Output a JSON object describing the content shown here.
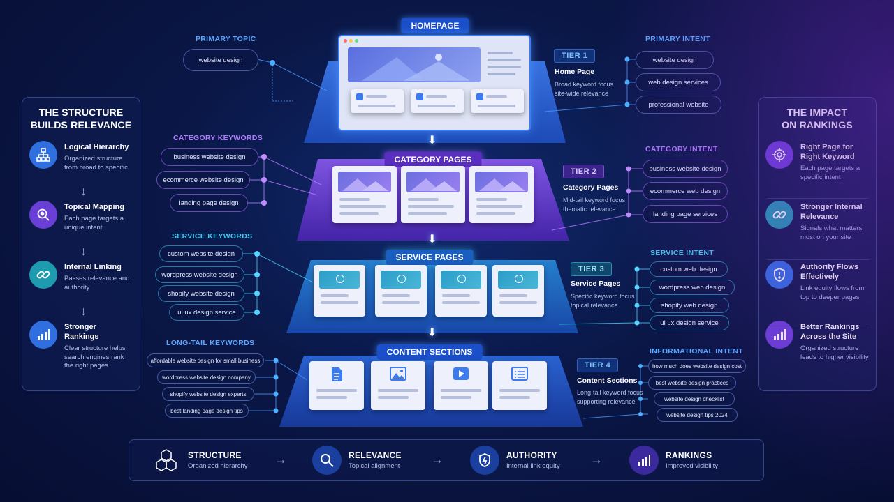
{
  "left_panel": {
    "title_line1": "THE STRUCTURE",
    "title_line2": "BUILDS RELEVANCE",
    "items": [
      {
        "title": "Logical Hierarchy",
        "desc": "Organized structure from broad to specific",
        "icon": "hierarchy-icon"
      },
      {
        "title": "Topical Mapping",
        "desc": "Each page targets a unique intent",
        "icon": "search-target-icon"
      },
      {
        "title": "Internal Linking",
        "desc": "Passes relevance and authority",
        "icon": "link-icon"
      },
      {
        "title": "Stronger Rankings",
        "desc": "Clear structure helps search engines rank the right pages",
        "icon": "bar-chart-icon"
      }
    ]
  },
  "right_panel": {
    "title_line1": "THE IMPACT",
    "title_line2": "ON RANKINGS",
    "items": [
      {
        "title": "Right Page for Right Keyword",
        "desc": "Each page targets a specific intent",
        "icon": "target-icon"
      },
      {
        "title": "Stronger Internal Relevance",
        "desc": "Signals what matters most on your site",
        "icon": "link-icon"
      },
      {
        "title": "Authority Flows Effectively",
        "desc": "Link equity flows from top to deeper pages",
        "icon": "shield-icon"
      },
      {
        "title": "Better Rankings Across the Site",
        "desc": "Organized structure leads to higher visibility",
        "icon": "bar-chart-icon"
      }
    ]
  },
  "tiers": [
    {
      "badge": "TIER 1",
      "header": "HOMEPAGE",
      "name": "Home Page",
      "desc_line1": "Broad keyword focus",
      "desc_line2": "site-wide relevance",
      "keywords_label": "PRIMARY TOPIC",
      "keywords": [
        "website design"
      ],
      "intent_label": "PRIMARY INTENT",
      "intents": [
        "website design",
        "web design services",
        "professional website"
      ]
    },
    {
      "badge": "TIER 2",
      "header": "CATEGORY PAGES",
      "name": "Category Pages",
      "desc_line1": "Mid-tail keyword focus",
      "desc_line2": "thematic relevance",
      "keywords_label": "CATEGORY KEYWORDS",
      "keywords": [
        "business website design",
        "ecommerce website design",
        "landing page design"
      ],
      "intent_label": "CATEGORY INTENT",
      "intents": [
        "business website design",
        "ecommerce web design",
        "landing page services"
      ]
    },
    {
      "badge": "TIER 3",
      "header": "SERVICE PAGES",
      "name": "Service Pages",
      "desc_line1": "Specific keyword focus",
      "desc_line2": "topical relevance",
      "keywords_label": "SERVICE KEYWORDS",
      "keywords": [
        "custom website design",
        "wordpress website design",
        "shopify website design",
        "ui ux design service"
      ],
      "intent_label": "SERVICE INTENT",
      "intents": [
        "custom web design",
        "wordpress web design",
        "shopify web design",
        "ui ux design service"
      ]
    },
    {
      "badge": "TIER 4",
      "header": "CONTENT SECTIONS",
      "name": "Content Sections",
      "desc_line1": "Long-tail keyword focus",
      "desc_line2": "supporting relevance",
      "keywords_label": "LONG-TAIL KEYWORDS",
      "keywords": [
        "affordable website design for small business",
        "wordpress website design company",
        "shopify website design experts",
        "best landing page design tips"
      ],
      "intent_label": "INFORMATIONAL INTENT",
      "intents": [
        "how much does website design cost",
        "best website design practices",
        "website design checklist",
        "website design tips 2024"
      ]
    }
  ],
  "bottom_bar": [
    {
      "title": "STRUCTURE",
      "desc": "Organized hierarchy",
      "icon": "cubes-icon"
    },
    {
      "title": "RELEVANCE",
      "desc": "Topical alignment",
      "icon": "magnifier-icon"
    },
    {
      "title": "AUTHORITY",
      "desc": "Internal link equity",
      "icon": "shield-icon"
    },
    {
      "title": "RANKINGS",
      "desc": "Improved visibility",
      "icon": "bar-chart-icon"
    }
  ],
  "colors": {
    "tier1": "#2f6fe0",
    "tier2": "#7b4be0",
    "tier3": "#1f9bd6",
    "tier4": "#2a5fd0",
    "keyword_blue": "#5aa7ff",
    "keyword_purple": "#b27bff",
    "keyword_teal": "#45c7ee"
  }
}
